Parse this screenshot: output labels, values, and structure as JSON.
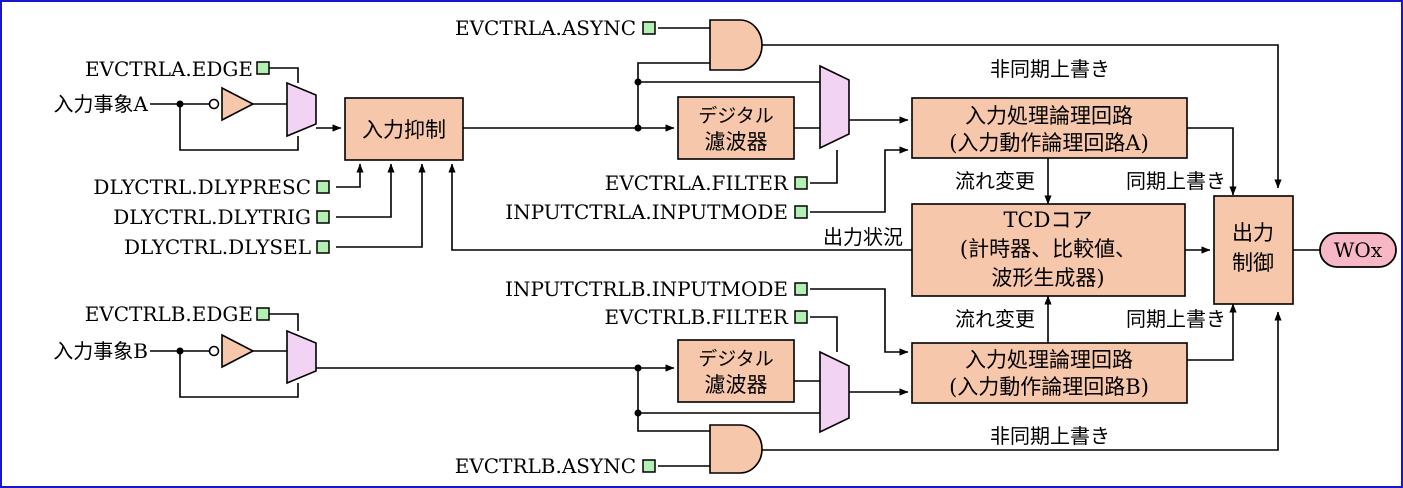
{
  "colors": {
    "frame": "#1818c8",
    "block_fill": "#f6c7aa",
    "mux_fill": "#f3d3f3",
    "register_fill": "#b4f0b4",
    "output_fill": "#f7b7c4"
  },
  "registers": {
    "evctrla_async": "EVCTRLA.ASYNC",
    "evctrla_edge": "EVCTRLA.EDGE",
    "dlyctrl_dlypresc": "DLYCTRL.DLYPRESC",
    "dlyctrl_dlytrig": "DLYCTRL.DLYTRIG",
    "dlyctrl_dlysel": "DLYCTRL.DLYSEL",
    "evctrla_filter": "EVCTRLA.FILTER",
    "inputctrla_inputmode": "INPUTCTRLA.INPUTMODE",
    "inputctrlb_inputmode": "INPUTCTRLB.INPUTMODE",
    "evctrlb_filter": "EVCTRLB.FILTER",
    "evctrlb_edge": "EVCTRLB.EDGE",
    "evctrlb_async": "EVCTRLB.ASYNC"
  },
  "inputs": {
    "event_a": "入力事象A",
    "event_b": "入力事象B"
  },
  "blocks": {
    "input_suppress": "入力抑制",
    "filter_a": {
      "line1": "デジタル",
      "line2": "濾波器"
    },
    "filter_b": {
      "line1": "デジタル",
      "line2": "濾波器"
    },
    "logic_a": {
      "line1": "入力処理論理回路",
      "line2": "(入力動作論理回路A)"
    },
    "logic_b": {
      "line1": "入力処理論理回路",
      "line2": "(入力動作論理回路B)"
    },
    "tcd_core": {
      "line1": "TCDコア",
      "line2": "(計時器、比較値、",
      "line3": "波形生成器)"
    },
    "output_control": {
      "line1": "出力",
      "line2": "制御"
    },
    "output_pin": "WOx"
  },
  "annotations": {
    "async_override_top": "非同期上書き",
    "sync_override_top": "同期上書き",
    "flow_change_top": "流れ変更",
    "output_status": "出力状況",
    "flow_change_bottom": "流れ変更",
    "sync_override_bottom": "同期上書き",
    "async_override_bottom": "非同期上書き"
  }
}
